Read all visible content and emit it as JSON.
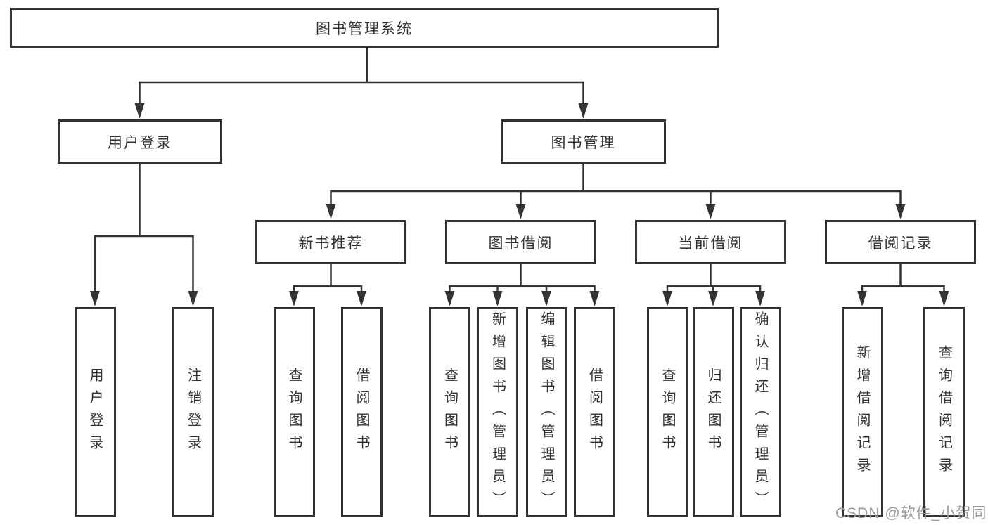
{
  "diagram": {
    "root": "图书管理系统",
    "branches": [
      {
        "label": "用户登录",
        "children": [
          "用户登录",
          "注销登录"
        ]
      },
      {
        "label": "图书管理",
        "groups": [
          {
            "label": "新书推荐",
            "children": [
              "查询图书",
              "借阅图书"
            ]
          },
          {
            "label": "图书借阅",
            "children": [
              "查询图书",
              "新增图书（管理员）",
              "编辑图书（管理员）",
              "借阅图书"
            ]
          },
          {
            "label": "当前借阅",
            "children": [
              "查询图书",
              "归还图书",
              "确认归还（管理员）"
            ]
          },
          {
            "label": "借阅记录",
            "children": [
              "新增借阅记录",
              "查询借阅记录"
            ]
          }
        ]
      }
    ]
  },
  "watermark": {
    "text": "CSDN @软件_小贺同学"
  },
  "colors": {
    "line": "#333333",
    "box_border": "#333333",
    "box_fill": "#ffffff",
    "text": "#333333",
    "watermark": "#9a9a9a",
    "background": "#ffffff"
  }
}
